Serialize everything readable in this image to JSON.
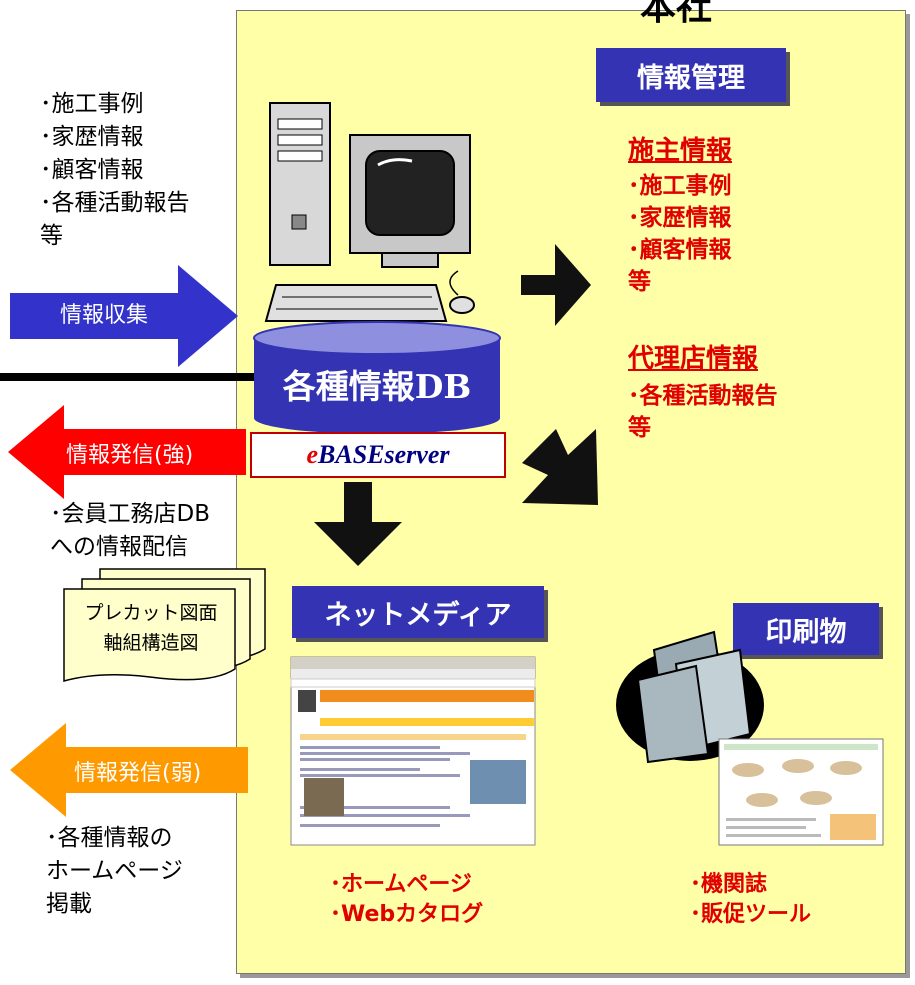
{
  "panel_title_partial": "本社",
  "left": {
    "collect_items": "･施工事例\n･家歴情報\n･顧客情報\n･各種活動報告\n等",
    "arrow_collect": "情報収集",
    "arrow_send_strong": "情報発信(強)",
    "distribute_text": "･会員工務店DB\nへの情報配信",
    "doc_lines": [
      "プレカット図面",
      "軸組構造図"
    ],
    "arrow_send_weak": "情報発信(弱)",
    "publish_text": "･各種情報の\nホームページ\n掲載"
  },
  "center": {
    "db_label": "各種情報DB",
    "server_prefix": "e",
    "server_rest": "BASEserver"
  },
  "info_management": {
    "title": "情報管理",
    "owner_heading": "施主情報",
    "owner_items": "･施工事例\n･家歴情報\n･顧客情報\n等",
    "agency_heading": "代理店情報",
    "agency_items": "･各種活動報告\n等"
  },
  "net_media": {
    "title": "ネットメディア",
    "items": "･ホームページ\n･Webカタログ"
  },
  "print": {
    "title": "印刷物",
    "items": "･機関誌\n･販促ツール"
  },
  "colors": {
    "panel": "#ffffa8",
    "blue_box": "#3333b3",
    "collect_arrow": "#3333cc",
    "strong_arrow": "#ff0000",
    "weak_arrow": "#ff9900",
    "red_text": "#e00000"
  }
}
